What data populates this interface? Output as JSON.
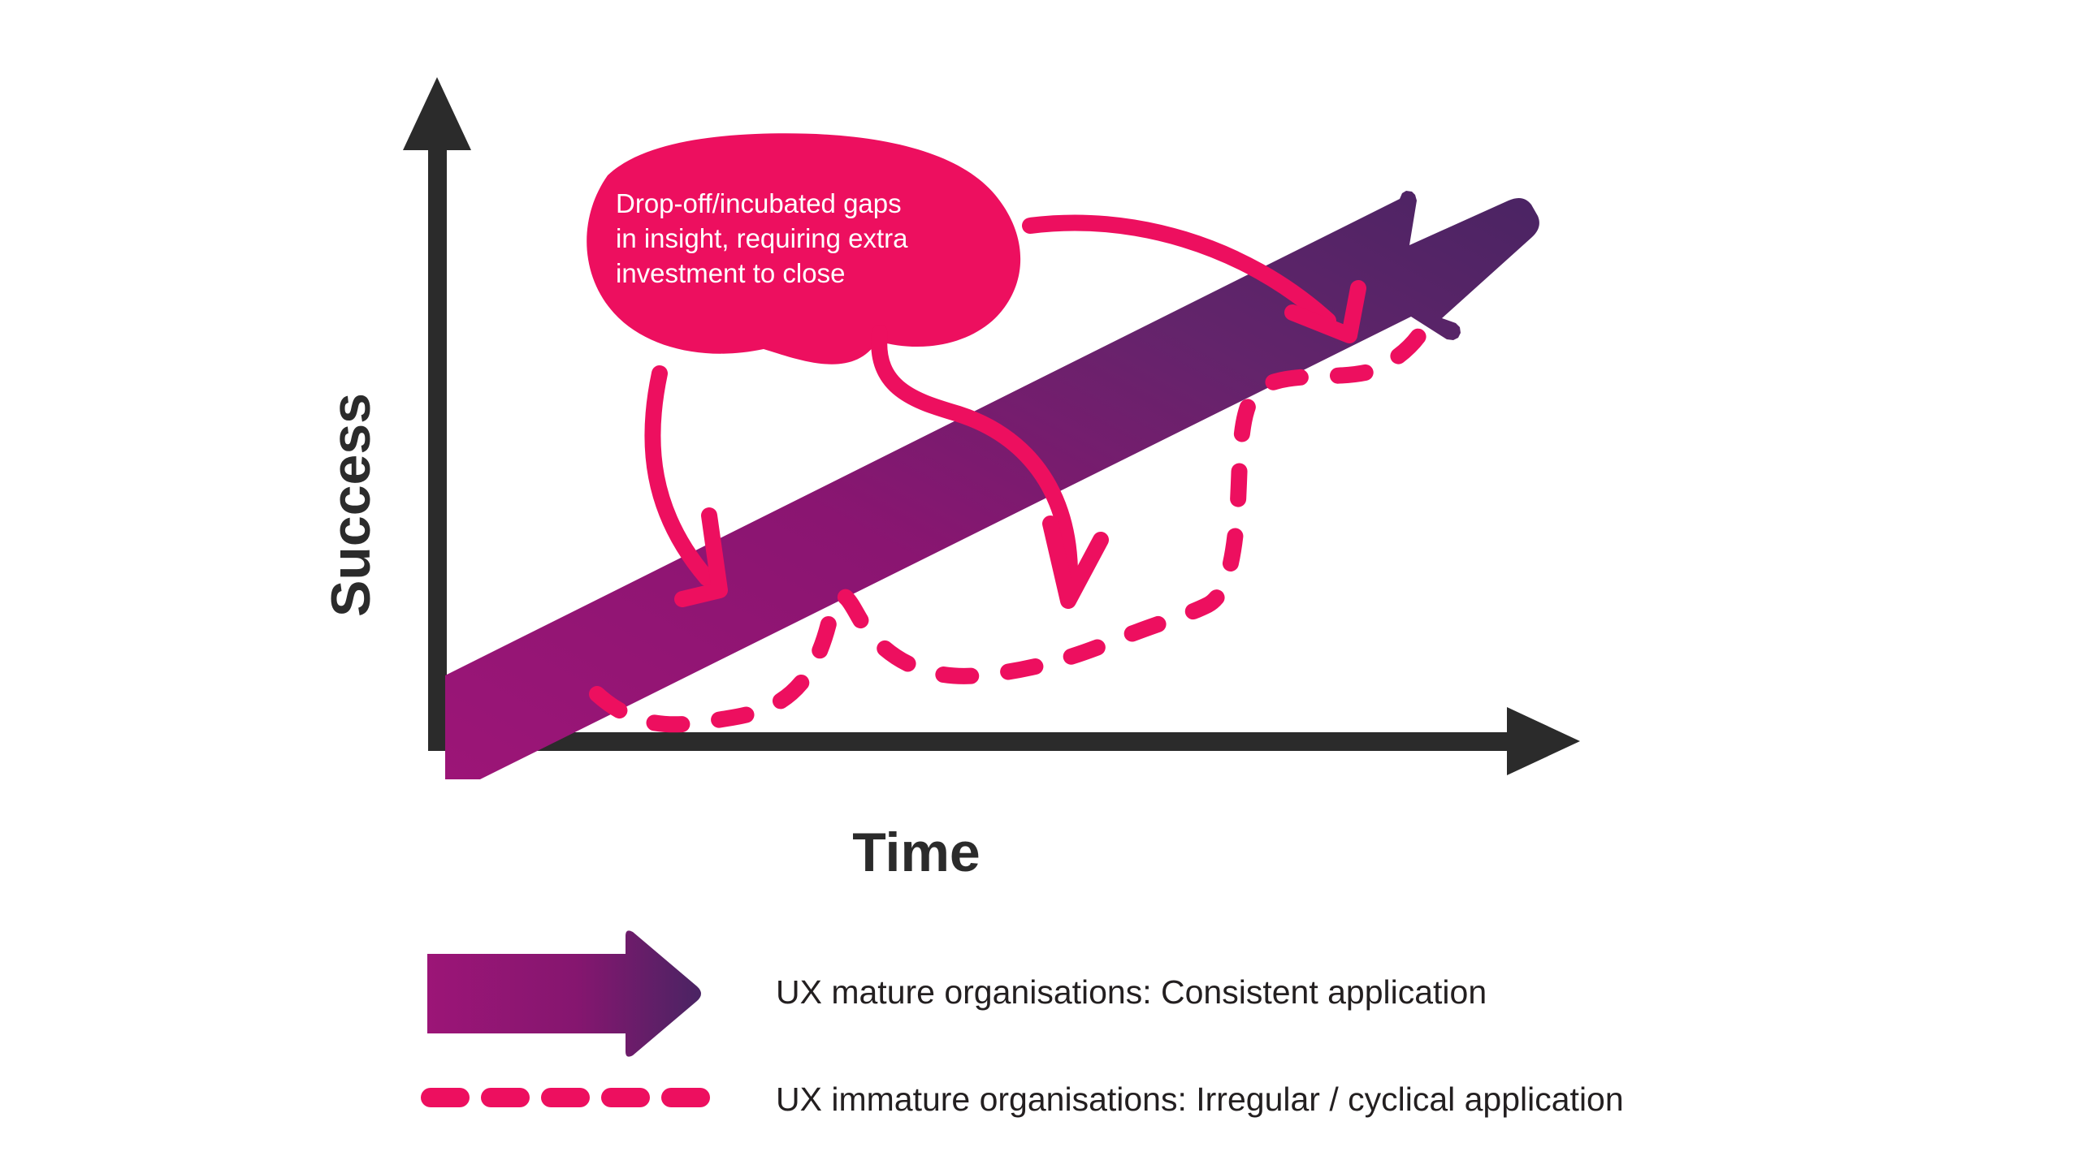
{
  "diagram": {
    "axes": {
      "y_label": "Success",
      "x_label": "Time"
    },
    "callout": {
      "line1": "Drop-off/incubated gaps",
      "line2": "in insight, requiring extra",
      "line3": "investment to close"
    },
    "legend": {
      "items": [
        {
          "marker": "gradient-arrow",
          "label": "UX mature organisations: Consistent application"
        },
        {
          "marker": "pink-dashed-line",
          "label": "UX immature organisations: Irregular / cyclical  application"
        }
      ]
    },
    "colors": {
      "pink": "#ED0F5F",
      "magenta": "#9C1577",
      "deep_purple": "#4A2463",
      "axis": "#2B2B2B",
      "text": "#231F20",
      "bubble_text": "#FFFFFF",
      "background": "#FFFFFF"
    }
  },
  "chart_data": {
    "type": "line",
    "title": "",
    "subtitle": "",
    "xlabel": "Time",
    "ylabel": "Success",
    "xlim": [
      0,
      100
    ],
    "ylim": [
      0,
      100
    ],
    "grid": false,
    "legend_position": "bottom-left",
    "annotations": [
      {
        "text": "Drop-off/incubated gaps in insight, requiring extra investment to close",
        "type": "callout-bubble",
        "points_to": [
          "first-dip",
          "second-dip",
          "recovery-gap"
        ]
      }
    ],
    "series": [
      {
        "name": "UX mature organisations: Consistent application",
        "style": "solid-gradient-arrow",
        "color_start": "#9C1577",
        "color_end": "#4A2463",
        "x": [
          0,
          25,
          50,
          75,
          100
        ],
        "y": [
          0,
          25,
          50,
          75,
          100
        ]
      },
      {
        "name": "UX immature organisations: Irregular / cyclical  application",
        "style": "dashed",
        "color": "#ED0F5F",
        "x": [
          0,
          10,
          22,
          34,
          42,
          55,
          68,
          76,
          82,
          90,
          100
        ],
        "y": [
          18,
          10,
          8,
          12,
          30,
          22,
          18,
          20,
          45,
          55,
          72
        ]
      }
    ]
  }
}
